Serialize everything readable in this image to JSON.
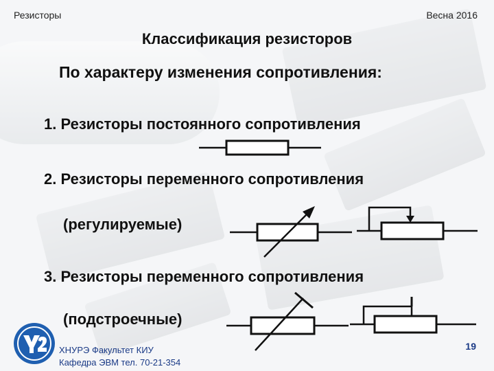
{
  "header": {
    "left": "Резисторы",
    "right": "Весна 2016"
  },
  "title": "Классификация резисторов",
  "subtitle": "По характеру изменения сопротивления:",
  "items": [
    {
      "text": "1. Резисторы постоянного сопротивления"
    },
    {
      "text": "2. Резисторы переменного сопротивления",
      "paren": "(регулируемые)"
    },
    {
      "text": "3. Резисторы переменного сопротивления",
      "paren": "(подстроечные)"
    }
  ],
  "footer": {
    "line1": "ХНУРЭ Факультет КИУ",
    "line2": "Кафедра ЭВМ   тел. 70-21-354"
  },
  "page_number": "19",
  "colors": {
    "footer_text": "#1a3a86",
    "logo_blue": "#1f5fb0"
  },
  "icons": [
    "university-logo-icon",
    "fixed-resistor-symbol",
    "variable-resistor-symbol",
    "potentiometer-symbol",
    "trimmer-resistor-symbol",
    "trimmer-potentiometer-symbol"
  ]
}
